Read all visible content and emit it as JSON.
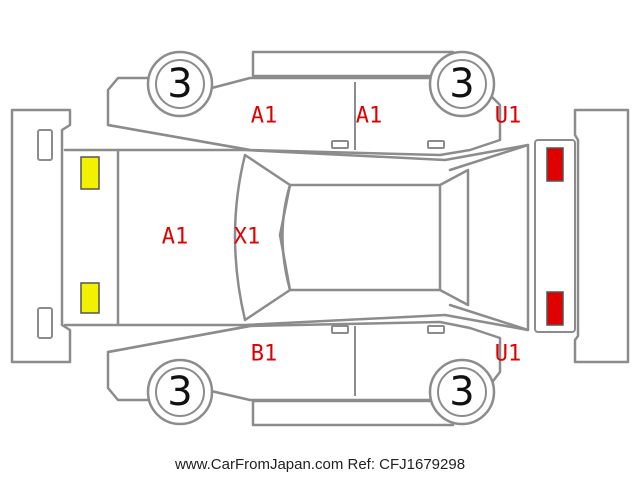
{
  "colors": {
    "outline": "#8c8c8c",
    "damage_code": "#e00000",
    "front_lamp": "#f2f200",
    "rear_lamp": "#e00000"
  },
  "tyres": {
    "front_left": "3",
    "rear_left": "3",
    "front_right": "3",
    "rear_right": "3"
  },
  "damage_codes": {
    "front_left_door": "A1",
    "rear_left_door": "A1",
    "rear_left_quarter": "U1",
    "hood": "A1",
    "windshield": "X1",
    "front_right_door": "B1",
    "rear_right_quarter": "U1"
  },
  "footer": {
    "text": "www.CarFromJapan.com Ref: CFJ1679298"
  }
}
